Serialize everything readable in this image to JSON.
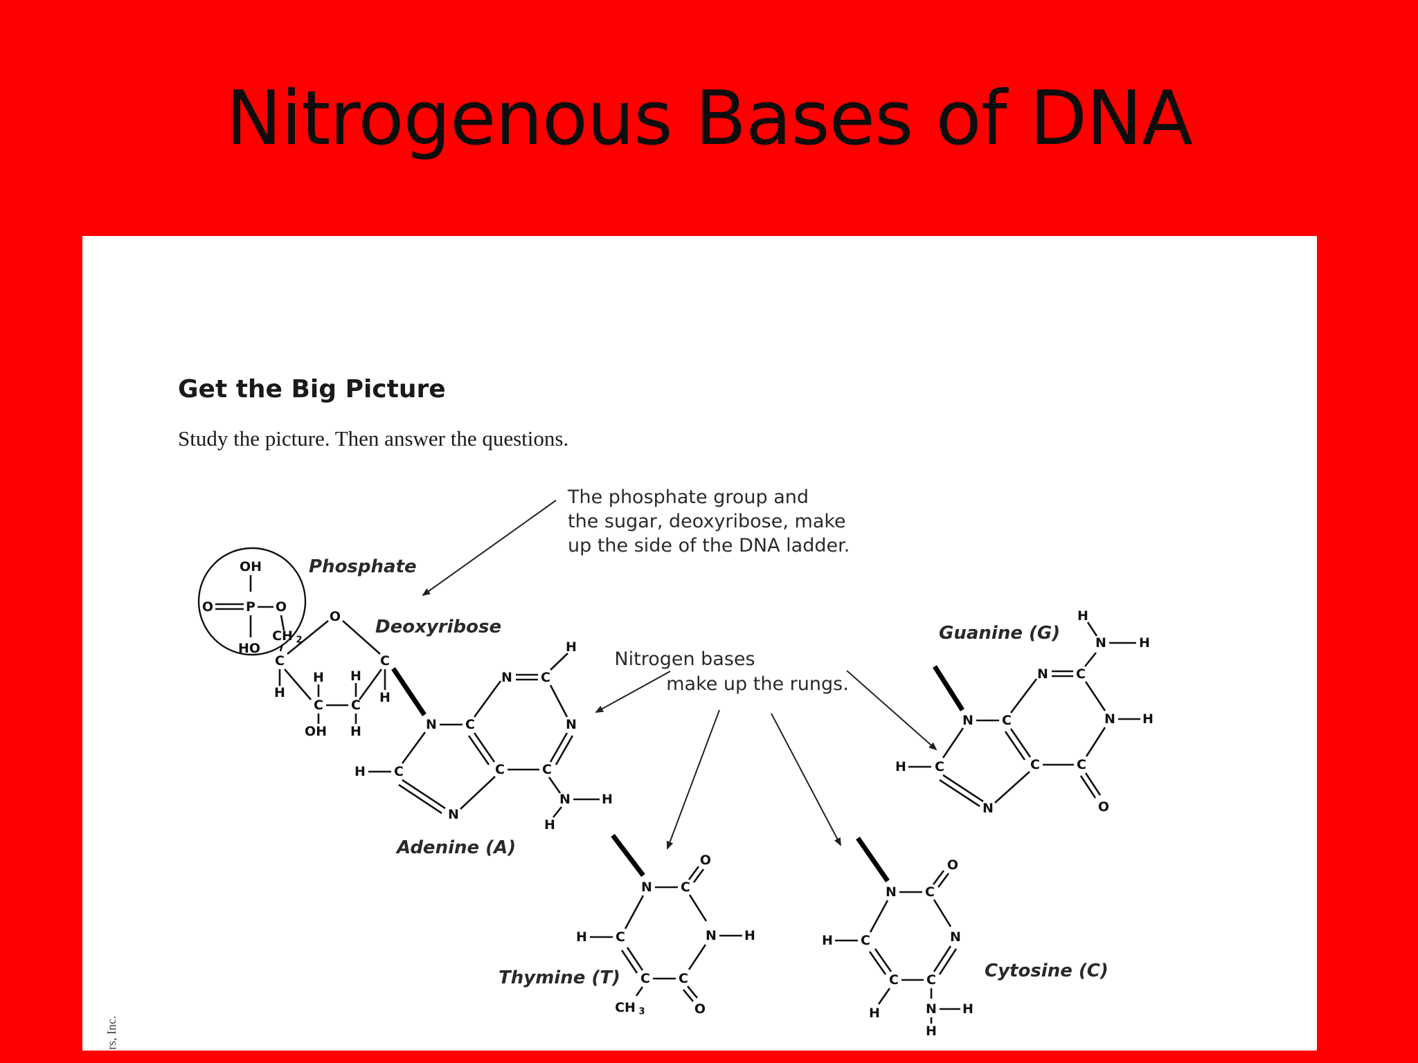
{
  "title": "Nitrogenous Bases of DNA",
  "worksheet": {
    "heading": "Get the Big Picture",
    "instruction": "Study the picture. Then answer the questions.",
    "callout_backbone": [
      "The phosphate group and",
      "the sugar, deoxyribose, make",
      "up the side of the DNA ladder."
    ],
    "callout_bases": [
      "Nitrogen bases",
      "make up the rungs."
    ],
    "labels": {
      "phosphate": "Phosphate",
      "deoxyribose": "Deoxyribose",
      "adenine": "Adenine (A)",
      "guanine": "Guanine (G)",
      "thymine": "Thymine (T)",
      "cytosine": "Cytosine (C)"
    },
    "side_text": "rs, Inc."
  }
}
